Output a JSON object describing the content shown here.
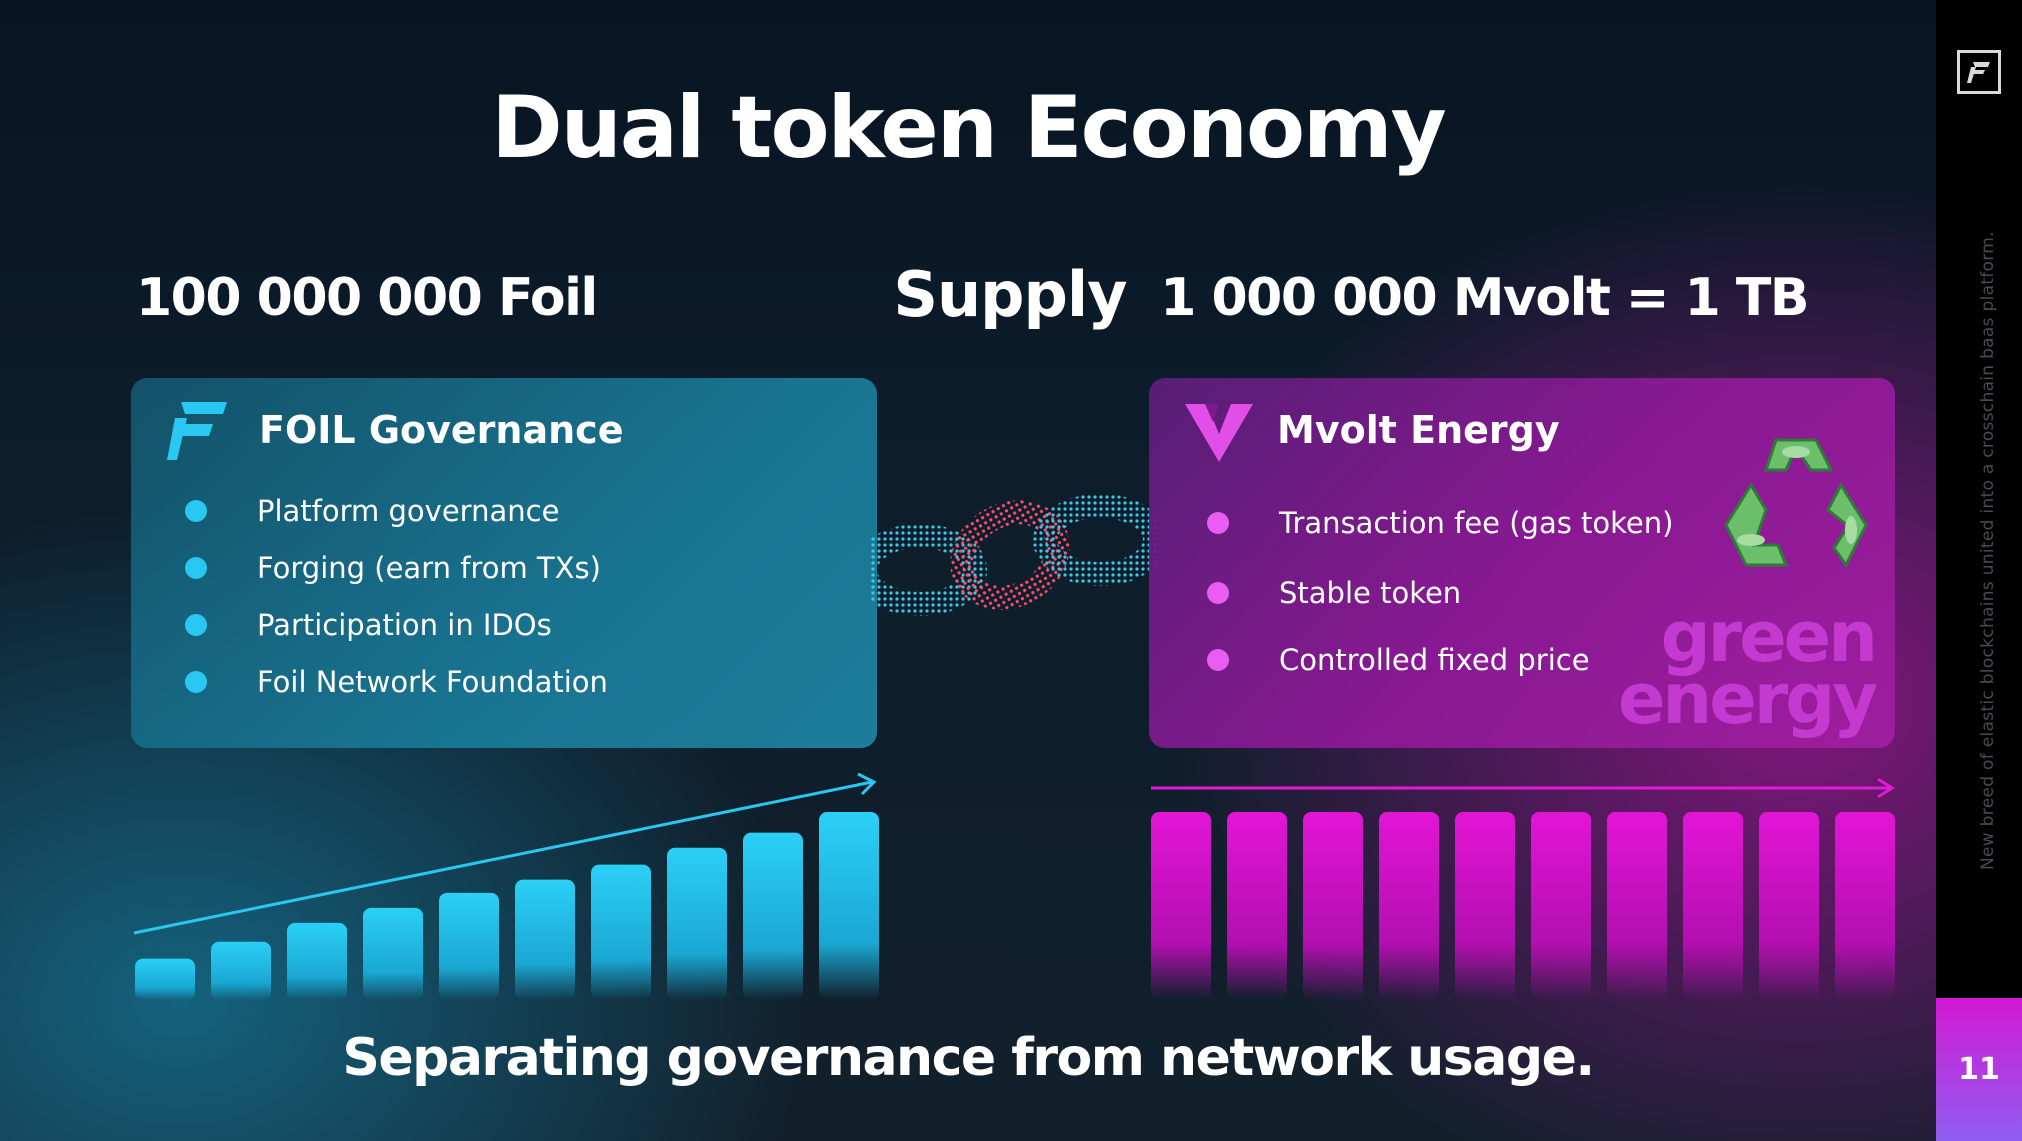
{
  "title": "Dual token Economy",
  "supply": {
    "label": "Supply",
    "left": "100 000 000 Foil",
    "right": "1 000 000 Mvolt =  1 TB"
  },
  "foil_card": {
    "title": "FOIL Governance",
    "icon": "foil-logo-icon",
    "accent": "#29c8f2",
    "items": [
      "Platform governance",
      "Forging (earn from TXs)",
      "Participation in IDOs",
      "Foil Network Foundation"
    ]
  },
  "mvolt_card": {
    "title": "Mvolt Energy",
    "icon": "mvolt-logo-icon",
    "accent": "#e95ef0",
    "items": [
      "Transaction fee (gas token)",
      "Stable token",
      "Controlled fixed price"
    ],
    "badge_line1": "green",
    "badge_line2": "energy",
    "badge_icon": "recycle-leaves-icon"
  },
  "foil_bars": [
    0.22,
    0.31,
    0.41,
    0.49,
    0.57,
    0.64,
    0.72,
    0.81,
    0.89,
    1.0
  ],
  "mvolt_bars": [
    1,
    1,
    1,
    1,
    1,
    1,
    1,
    1,
    1,
    1
  ],
  "tagline": "Separating governance from network usage.",
  "sidebar": {
    "logo": "foil-logo-icon",
    "vertical_text": "New breed of elastic blockchains united into a crosschain baas platform.",
    "page_number": "11"
  },
  "colors": {
    "cyan": "#29c8f2",
    "magenta": "#e11ad6",
    "pink_text": "#c43ad0"
  }
}
